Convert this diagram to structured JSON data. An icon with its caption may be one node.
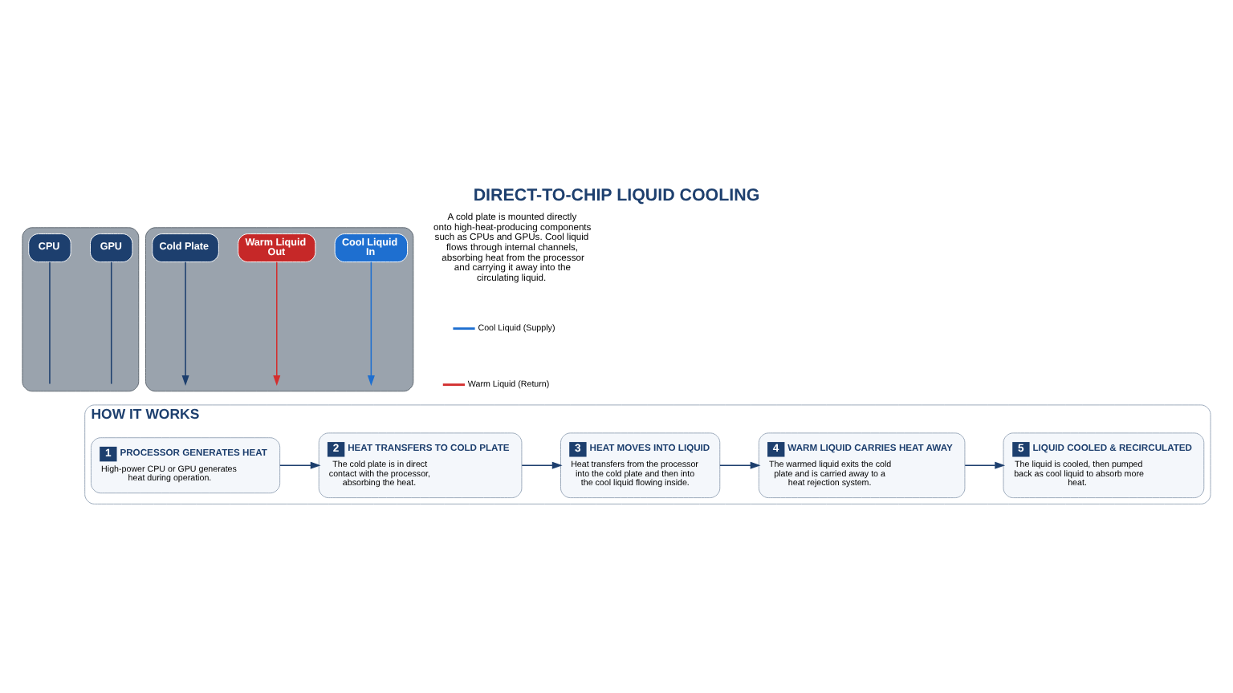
{
  "diagram": {
    "title": "DIRECT-TO-CHIP LIQUID COOLING",
    "nodes": [
      {
        "text": [],
        "shape": "picture"
      },
      {
        "text": [
          "GPU"
        ],
        "in": 0
      },
      {
        "text": [
          "CPU"
        ],
        "in": 0
      },
      {
        "text": [],
        "shape": "picture"
      },
      {
        "text": [
          "Cool Liquid In"
        ],
        "in": 3
      },
      {
        "text": [
          "Warm Liquid Out"
        ],
        "in": 3
      },
      {
        "text": [
          "Cold Plate"
        ],
        "in": 3
      },
      {
        "text": [
          "HOW IT WORKS"
        ]
      },
      {
        "text": [
          "1",
          "PROCESSOR GENERATES HEAT",
          "High-power CPU or GPU generates heat during operation."
        ],
        "in": 7
      },
      {
        "text": [
          "2",
          "HEAT TRANSFERS TO COLD PLATE",
          "The cold plate is in direct contact with the processor, absorbing the heat."
        ],
        "in": 7
      },
      {
        "text": [
          "3",
          "HEAT MOVES INTO LIQUID",
          "Heat transfers from the processor into the cold plate and then into the cool liquid flowing inside."
        ],
        "in": 7
      },
      {
        "text": [
          "4",
          "WARM LIQUID CARRIES HEAT AWAY",
          "The warmed liquid exits the cold plate and is carried away to a heat rejection system."
        ],
        "in": 7
      },
      {
        "text": [
          "5",
          "LIQUID COOLED & RECIRCULATED",
          "The liquid is cooled, then pumped back as cool liquid to absorb more heat."
        ],
        "in": 7
      }
    ],
    "edges": [
      {
        "from": 1,
        "to": 0,
        "arrow": "none"
      },
      {
        "from": 2,
        "to": 0,
        "arrow": "none"
      },
      {
        "from": 4,
        "to": 3,
        "arrow": "to",
        "color": "#1e6fd0"
      },
      {
        "from": 5,
        "to": 3,
        "arrow": "to",
        "color": "#d32f2f"
      },
      {
        "from": 6,
        "to": 3,
        "arrow": "to"
      },
      {
        "from": 8,
        "to": 9,
        "arrow": "to"
      },
      {
        "from": 9,
        "to": 10,
        "arrow": "to"
      },
      {
        "from": 10,
        "to": 11,
        "arrow": "to"
      },
      {
        "from": 11,
        "to": 12,
        "arrow": "to"
      }
    ],
    "labels": [
      "A cold plate is mounted directly onto high-heat-producing components such as CPUs and GPUs. Cool liquid flows through internal channels, absorbing heat from the processor and carrying it away into the circulating liquid."
    ],
    "legend": [
      {
        "text": "Cool Liquid (Supply)"
      },
      {
        "text": "Warm Liquid (Return)"
      }
    ]
  }
}
